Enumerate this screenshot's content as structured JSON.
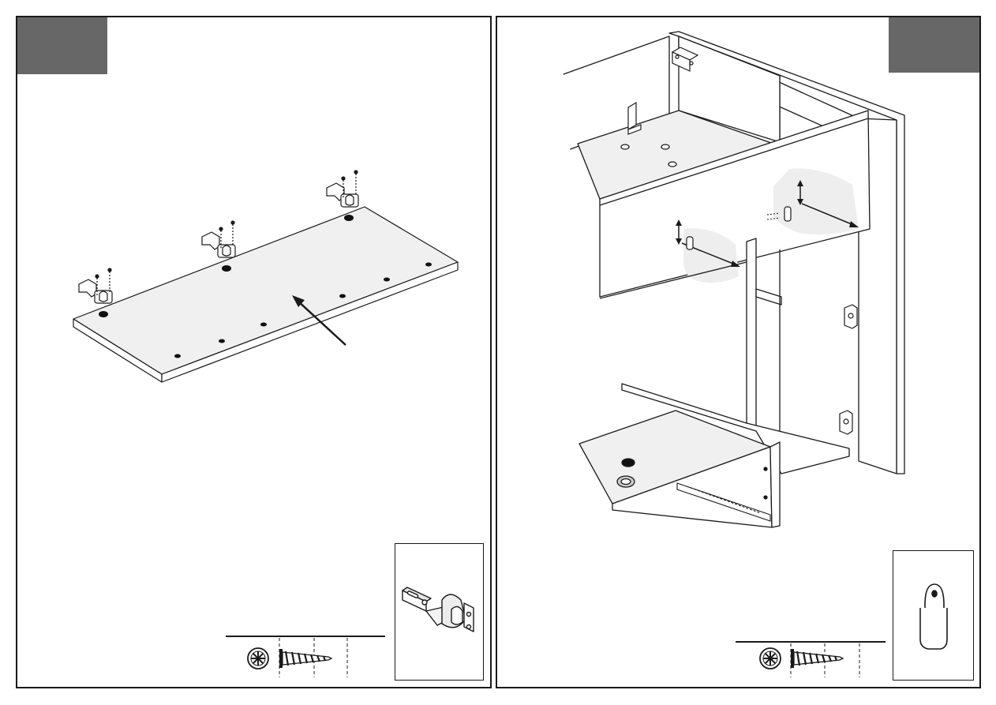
{
  "document": {
    "title": "",
    "pages": [
      {
        "side": "left",
        "step_number": "",
        "illustration": "panel-with-three-hinges",
        "detail_part": "hinge-icon",
        "hardware": [
          "phillips-drive-icon",
          "wood-screw-icon"
        ]
      },
      {
        "side": "right",
        "step_number": "",
        "illustration": "cabinet-door-hinge-plates",
        "detail_part": "clip-bracket-icon",
        "hardware": [
          "phillips-drive-icon",
          "wood-screw-icon"
        ]
      }
    ],
    "colors": {
      "step_tab": "#676767",
      "line": "#1a1a1a",
      "panel_fill": "#ededed"
    }
  }
}
